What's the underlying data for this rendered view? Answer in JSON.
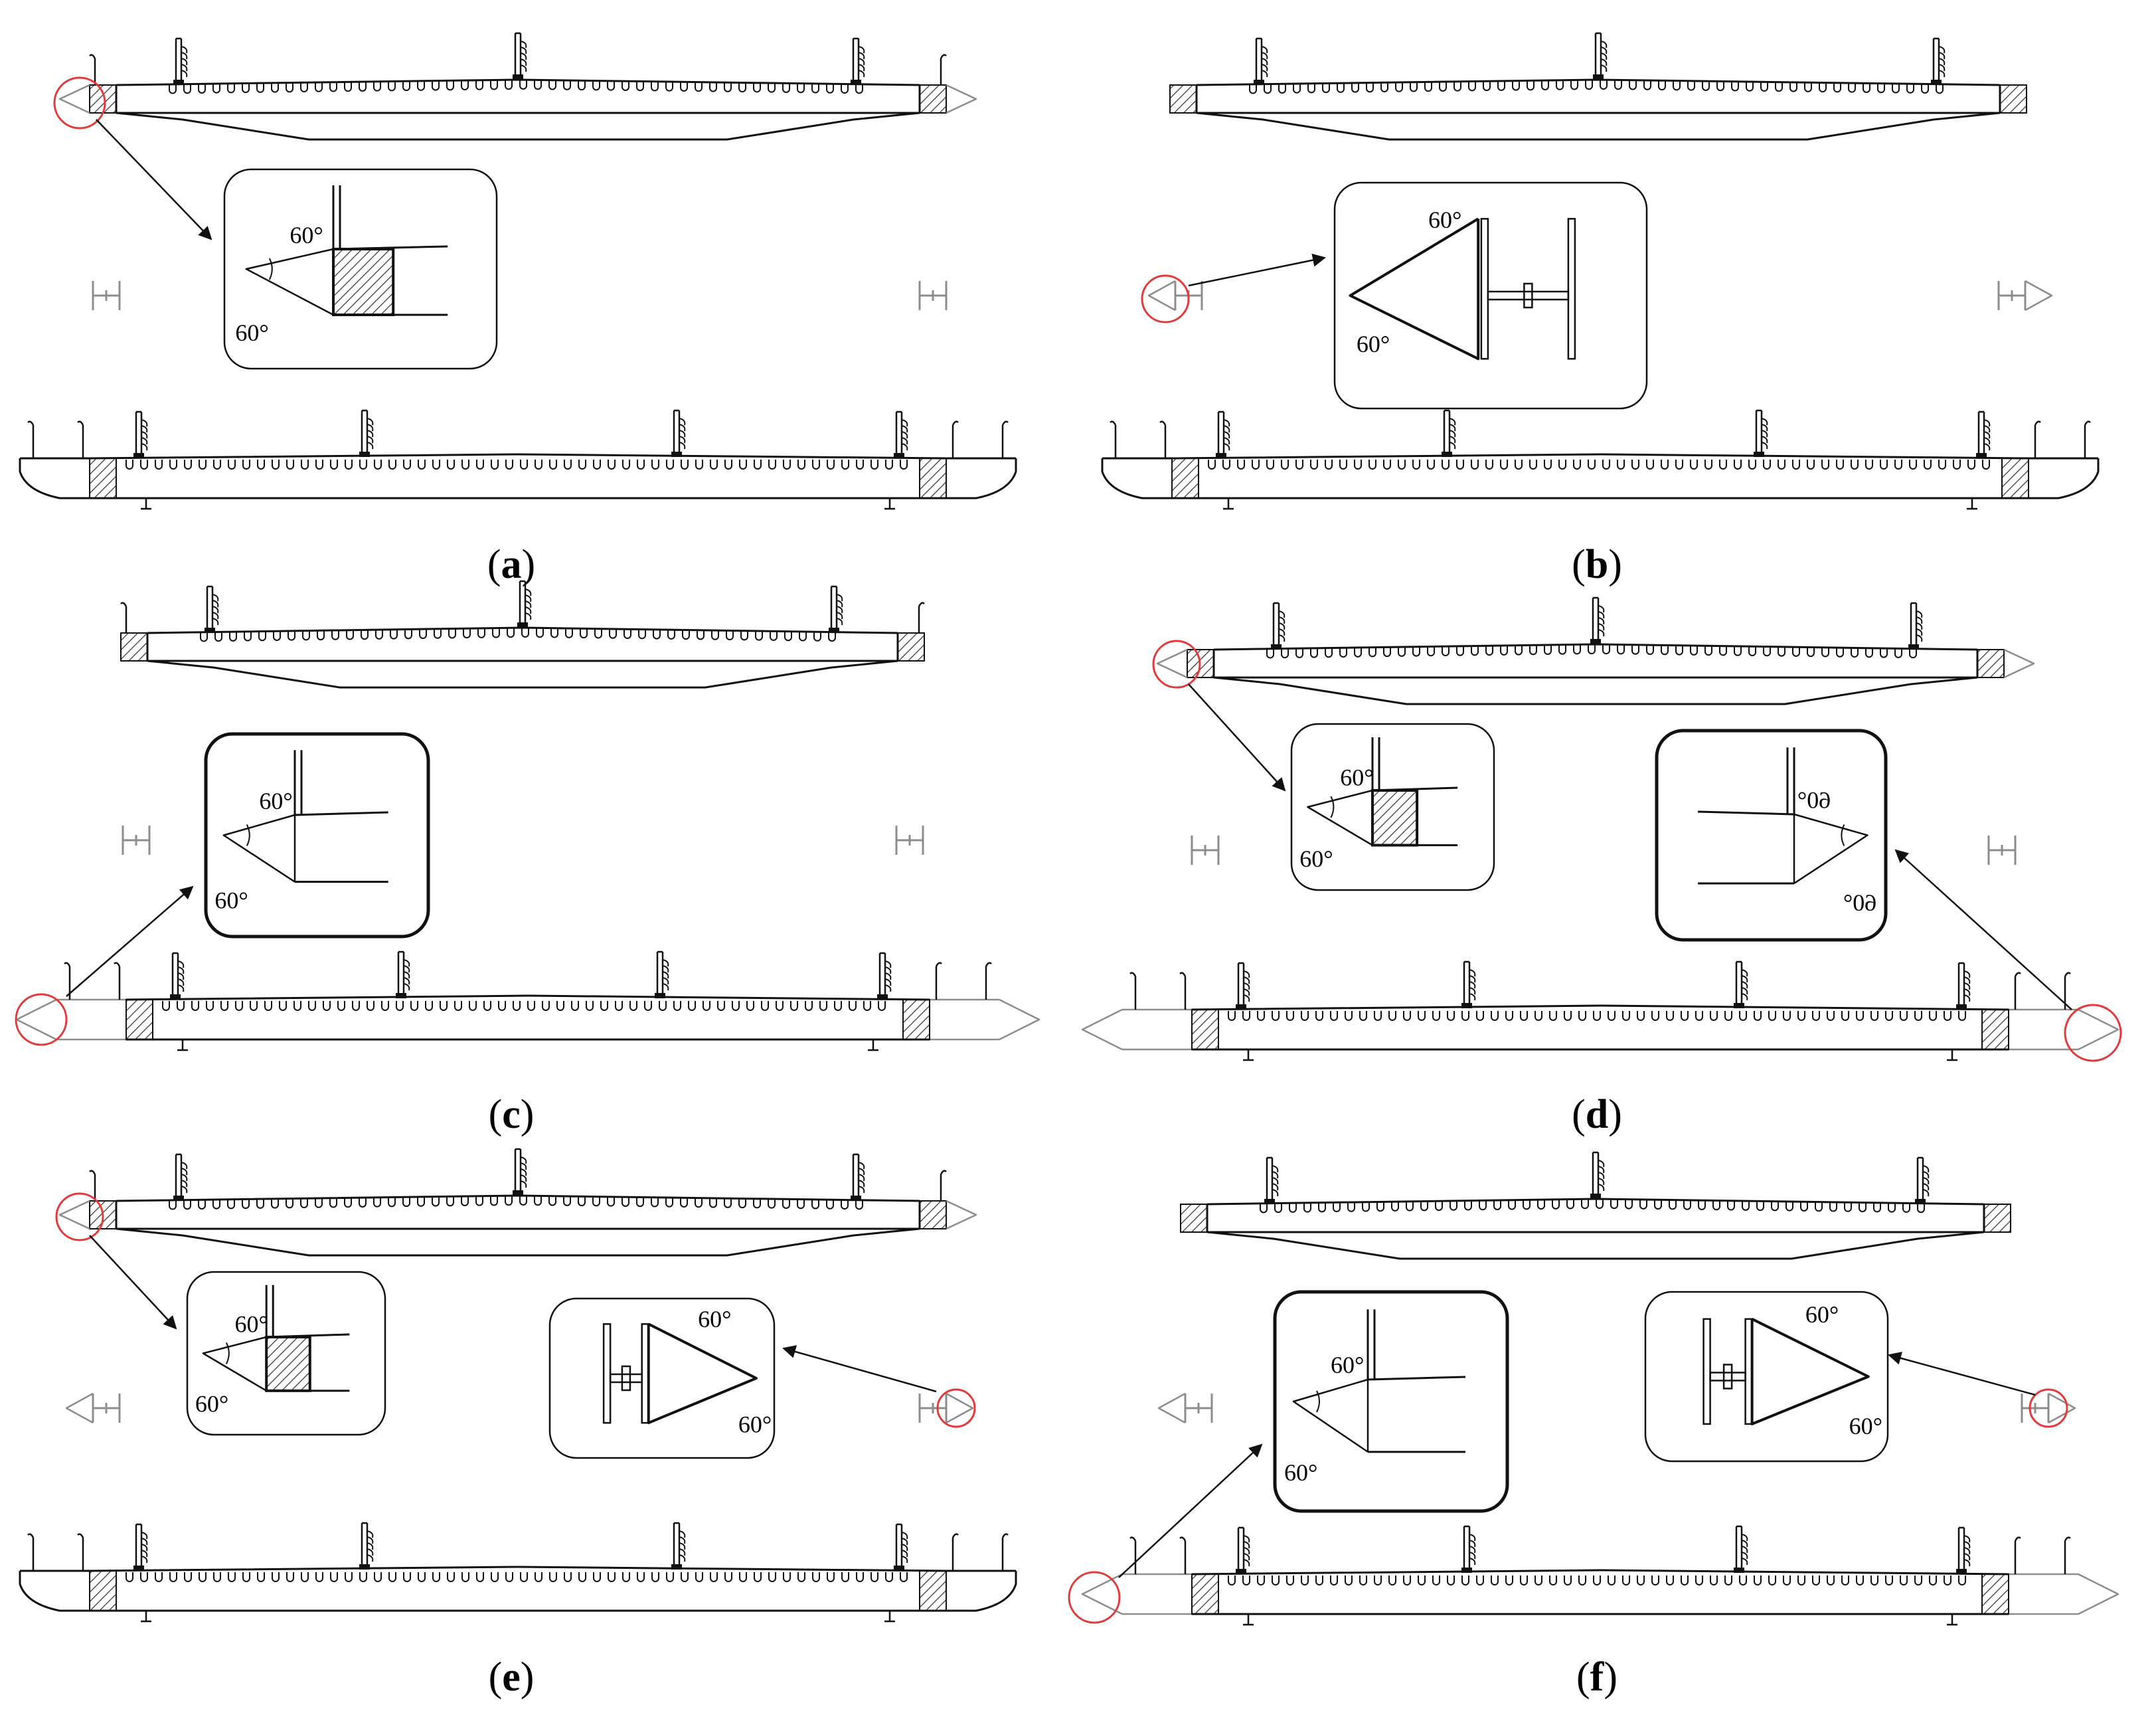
{
  "panels": [
    {
      "id": "a",
      "label": "(a)",
      "letter": "a"
    },
    {
      "id": "b",
      "label": "(b)",
      "letter": "b"
    },
    {
      "id": "c",
      "label": "(c)",
      "letter": "c"
    },
    {
      "id": "d",
      "label": "(d)",
      "letter": "d"
    },
    {
      "id": "e",
      "label": "(e)",
      "letter": "e"
    },
    {
      "id": "f",
      "label": "(f)",
      "letter": "f"
    }
  ],
  "angle_label": "60°",
  "colors": {
    "line": "#111111",
    "grey": "#8c8c8c",
    "highlight": "#e23a3a",
    "hatch": "#333333"
  }
}
